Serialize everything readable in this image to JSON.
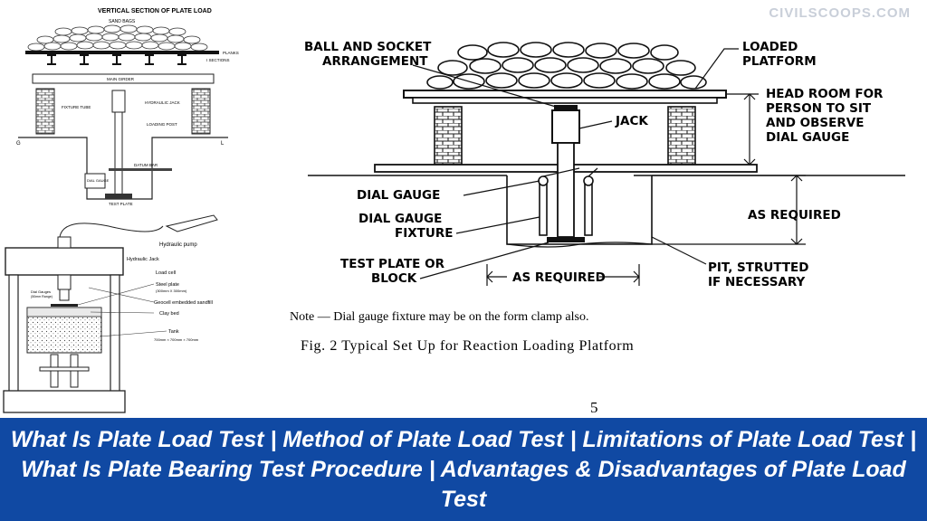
{
  "watermark": "CIVILSCOOPS.COM",
  "top_left_diagram": {
    "title": "VERTICAL SECTION OF PLATE LOAD",
    "labels": {
      "sand_bags": "SAND BAGS",
      "planks": "PLANKS",
      "i_sections": "I SECTIONS",
      "main_girder": "MAIN GIRDER",
      "hydraulic_jack": "HYDRAULIC JACK",
      "fixture": "FIXTURE TUBE",
      "loading_post": "LOADING POST",
      "datum_bar": "DATUM BAR",
      "dial_gauge": "DIAL GAUGE",
      "test_plate": "TEST PLATE",
      "g": "G",
      "l": "L"
    }
  },
  "bottom_left_diagram": {
    "labels": {
      "hydraulic_pump": "Hydraulic pump",
      "hydraulic_jack": "Hydraulic Jack",
      "load_cell": "Load cell",
      "steel_plate": "Steel plate",
      "steel_plate_size": "(300mm X 300mm)",
      "dial_gauges": "Dial Gauges",
      "dial_gauges_range": "(50mm Range)",
      "geocell": "Geocell embedded sandfill",
      "clay_bed": "Clay bed",
      "tank": "Tank",
      "tank_size": "700mm × 700mm × 700mm"
    }
  },
  "main_diagram": {
    "labels": {
      "ball_socket_1": "BALL AND SOCKET",
      "ball_socket_2": "ARRANGEMENT",
      "loaded_1": "LOADED",
      "loaded_2": "PLATFORM",
      "head_room_1": "HEAD ROOM FOR",
      "head_room_2": "PERSON TO SIT",
      "head_room_3": "AND OBSERVE",
      "head_room_4": "DIAL GAUGE",
      "jack": "JACK",
      "dial_gauge": "DIAL GAUGE",
      "dial_fixture_1": "DIAL GAUGE",
      "dial_fixture_2": "FIXTURE",
      "as_required_v": "AS REQUIRED",
      "test_plate_1": "TEST PLATE OR",
      "test_plate_2": "BLOCK",
      "as_required_h": "AS REQUIRED",
      "pit_1": "PIT, STRUTTED",
      "pit_2": "IF NECESSARY"
    },
    "note": "Note — Dial gauge fixture may be on the form clamp also.",
    "caption": "Fig. 2   Typical Set Up for Reaction Loading Platform",
    "page_number": "5"
  },
  "banner": {
    "title": "What Is Plate Load Test | Method of Plate Load Test | Limitations of Plate Load Test | What Is Plate Bearing Test Procedure | Advantages & Disadvantages of Plate Load Test",
    "background": "#1049a3",
    "text_color": "#ffffff"
  }
}
